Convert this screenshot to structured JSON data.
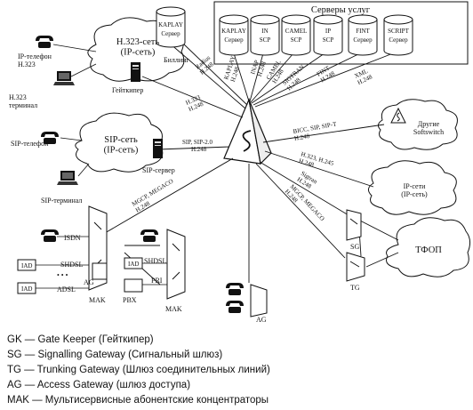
{
  "diagram": {
    "servers_group_title": "Серверы услуг",
    "server_kind": "Сервер",
    "servers": [
      {
        "id": "kaplay-main",
        "name": "KAPLAY",
        "sub": "Сервер"
      },
      {
        "id": "kaplay",
        "name": "KAPLAY",
        "sub": "Сервер"
      },
      {
        "id": "in",
        "name": "IN",
        "sub": "SCP"
      },
      {
        "id": "camel",
        "name": "CAMEL",
        "sub": "SCP"
      },
      {
        "id": "ip",
        "name": "IP",
        "sub": "SCP"
      },
      {
        "id": "fint",
        "name": "FINT",
        "sub": "Сервер"
      },
      {
        "id": "script",
        "name": "SCRIPT",
        "sub": "Сервер"
      }
    ],
    "billing_label": "Биллинг",
    "h323_cloud": "H.323-сеть\n(IP-сеть)",
    "sip_cloud": "SIP-сеть\n(IP-сеть)",
    "softswitch_cloud": "Другие\nSoftswitch",
    "ip_networks_cloud": "IP-сети\n(IP-сеть)",
    "pstn_cloud": "ТФОП",
    "ip_phone_h323": "IP-телефон\nH.323",
    "h323_terminal": "H.323\nтерминал",
    "gatekeeper": "Гейткипер",
    "sip_phone": "SIP-телефон",
    "sip_terminal": "SIP-терминал",
    "sip_server": "SIP-сервер",
    "sg": "SG",
    "tg": "TG",
    "ag": "AG",
    "mak": "MAK",
    "pbx": "PBX",
    "iad": "IAD",
    "isdn": "ISDN",
    "shdsl": "SHDSL",
    "adsl": "ADSL",
    "pri": "PRI",
    "dots": "• • •",
    "links": {
      "billing": "Radius\nH.248",
      "kaplay": "KAPLAY\nH.248",
      "in": "INAP\nH.248",
      "camel": "CAMEL\nH.248",
      "ip": "SIGTRAN\nH.248",
      "fint": "FINT\nH.248",
      "script": "XML\nH.248",
      "gk": "H.323\nH.248",
      "sip": "SIP, SIP-2.0\nH.248",
      "softswitch": "BICC, SIP, SIP-T\nH.248",
      "ipnets": "H.323, H.245\nH.248",
      "sg": "Sigtran\nH.248",
      "tg": "MGCP, MEGACO\nH.248",
      "mak": "MGCP, MEGACO\nH.248"
    }
  },
  "legend": [
    "GK — Gate Keeper (Гейткипер)",
    "SG — Signalling Gateway (Сигнальный шлюз)",
    "TG — Trunking Gateway (Шлюз соединительных линий)",
    "AG — Access Gateway (шлюз доступа)",
    "MAK — Мультисервисные абонентские концентраторы"
  ]
}
